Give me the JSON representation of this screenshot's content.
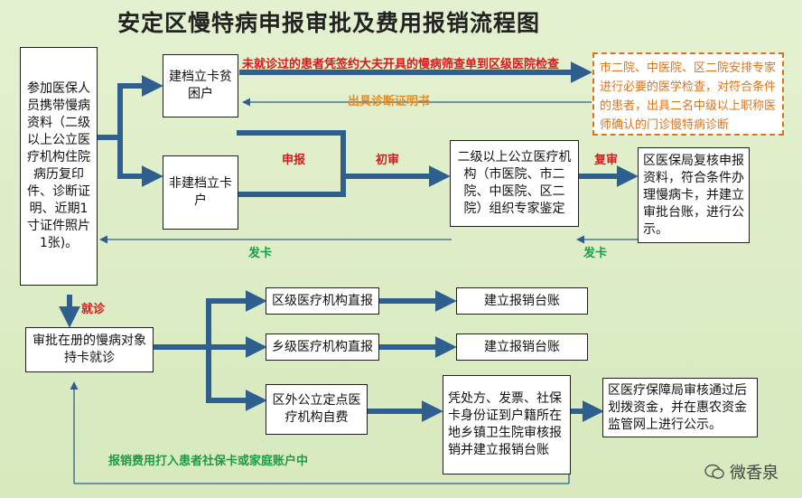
{
  "title": "安定区慢特病申报审批及费用报销流程图",
  "boxes": {
    "materials": "参加医保人员携带慢病资料（二级以上公立医疗机构住院病历复印件、诊断证明、近期1寸证件照片1张)。",
    "poor": "建档立卡贫困户",
    "non_poor": "非建档立卡户",
    "hospital": "二级以上公立医疗机构（市医院、市二院、中医院、区二院）组织专家鉴定",
    "bureau_review": "区医保局复核申报资料，符合条件办理慢病卡，并建立审批台账，进行公示。",
    "treatment": "审批在册的慢病对象持卡就诊",
    "district_direct": "区级医疗机构直报",
    "township_direct": "乡级医疗机构直报",
    "outside_self": "区外公立定点医疗机构自费",
    "ledger1": "建立报销台账",
    "ledger2": "建立报销台账",
    "township_review": "凭处方、发票、社保卡身份证到户籍所在地乡镇卫生院审核报销并建立报销台账",
    "fund_review": "区医疗保障局审核通过后划拨资金，并在惠农资金监管网上进行公示。"
  },
  "note": "市二院、中医院、区二院安排专家进行必要的医学检查，对符合条件的患者，出具二名中级以上职称医师确认的门诊慢特病诊断",
  "labels": {
    "top_red": "未就诊过的患者凭签约大夫开具的慢病筛查单到区级医院检查",
    "diagnosis_cert": "出具诊断证明书",
    "declare": "申报",
    "first_review": "初审",
    "re_review": "复审",
    "issue_card_left": "发卡",
    "issue_card_right": "发卡",
    "visit": "就诊",
    "reimburse": "报销费用打入患者社保卡或家庭账户中"
  },
  "watermark": "微香泉",
  "colors": {
    "arrow": "#2e5f8e",
    "red": "#d7181d",
    "orange": "#ef8a1a",
    "green": "#1e9a47",
    "background": "#dcecc4"
  }
}
